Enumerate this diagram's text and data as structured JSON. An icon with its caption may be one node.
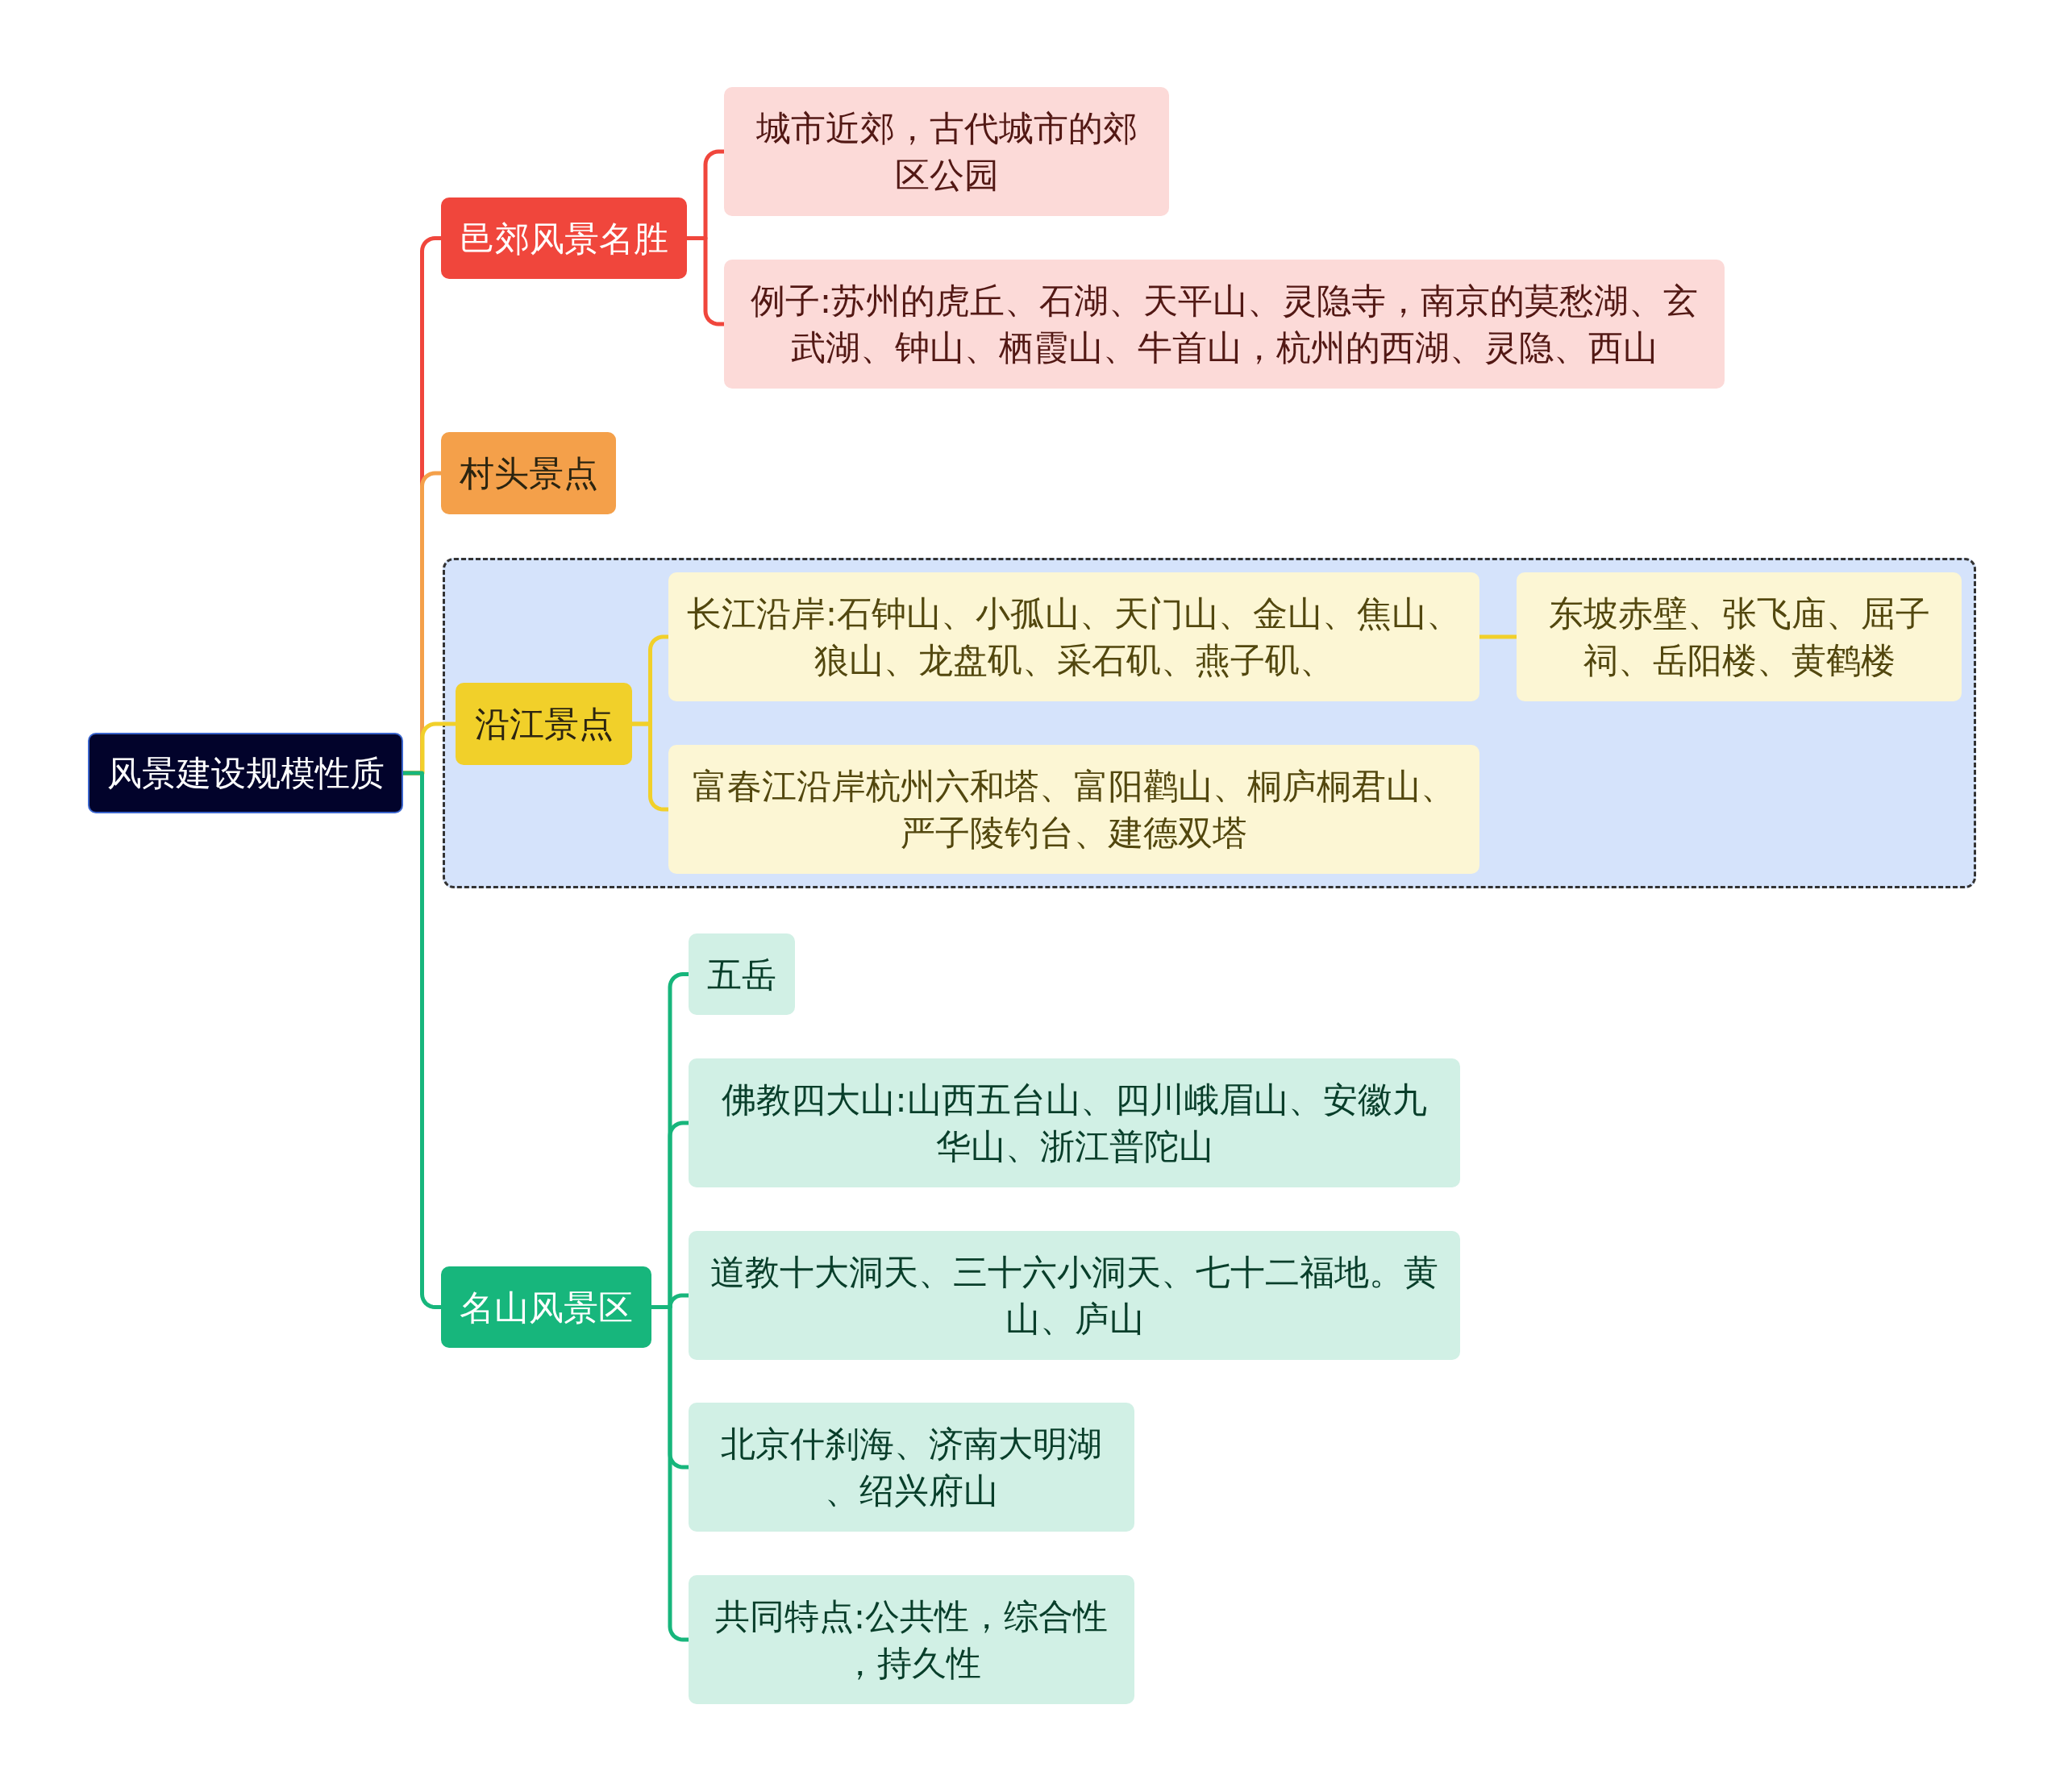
{
  "diagram": {
    "nodes": [
      {
        "text": [
          "风景建设规模性质"
        ]
      },
      {
        "text": [
          "邑郊风景名胜"
        ]
      },
      {
        "text": [
          "城市近郊，古代城市的郊区公园"
        ]
      },
      {
        "text": [
          "例子:苏州的虎丘、石湖、天平山、灵隐寺，南京的莫愁湖、玄武湖、钟山、栖霞山、牛首山，杭州的西湖、灵隐、西山"
        ]
      },
      {
        "text": [
          "村头景点"
        ]
      },
      {
        "text": [],
        "shape": "box"
      },
      {
        "text": [
          "沿江景点"
        ],
        "in": 5
      },
      {
        "text": [
          "长江沿岸:石钟山、小孤山、天门山、金山、焦山、狼山、龙盘矶、采石矶、燕子矶、"
        ],
        "in": 5
      },
      {
        "text": [
          "东坡赤壁、张飞庙、屈子祠、岳阳楼、黄鹤楼"
        ],
        "in": 5
      },
      {
        "text": [
          "富春江沿岸杭州六和塔、富阳鹳山、桐庐桐君山、严子陵钓台、建德双塔"
        ],
        "in": 5
      },
      {
        "text": [
          "名山风景区"
        ]
      },
      {
        "text": [
          "五岳"
        ]
      },
      {
        "text": [
          "佛教四大山:山西五台山、四川峨眉山、安徽九华山、浙江普陀山"
        ]
      },
      {
        "text": [
          "道教十大洞天、三十六小洞天、七十二福地。黄山、庐山"
        ]
      },
      {
        "text": [
          "北京什刹海、济南大明湖、绍兴府山"
        ]
      },
      {
        "text": [
          "共同特点:公共性，综合性，持久性"
        ]
      }
    ],
    "edges": [
      {
        "from": 0,
        "to": 1,
        "arrow": "none",
        "color": "#f0463c"
      },
      {
        "from": 1,
        "to": 2,
        "arrow": "none",
        "color": "#f0463c"
      },
      {
        "from": 1,
        "to": 3,
        "arrow": "none",
        "color": "#f0463c"
      },
      {
        "from": 0,
        "to": 4,
        "arrow": "none",
        "color": "#f4a04a"
      },
      {
        "from": 0,
        "to": 6,
        "arrow": "none",
        "color": "#f1d02a"
      },
      {
        "from": 6,
        "to": 7,
        "arrow": "none",
        "color": "#f1d02a"
      },
      {
        "from": 7,
        "to": 8,
        "arrow": "none",
        "color": "#f1d02a"
      },
      {
        "from": 6,
        "to": 9,
        "arrow": "none",
        "color": "#f1d02a"
      },
      {
        "from": 0,
        "to": 10,
        "arrow": "none",
        "color": "#17b67c"
      },
      {
        "from": 10,
        "to": 11,
        "arrow": "none",
        "color": "#17b67c"
      },
      {
        "from": 10,
        "to": 12,
        "arrow": "none",
        "color": "#17b67c"
      },
      {
        "from": 10,
        "to": 13,
        "arrow": "none",
        "color": "#17b67c"
      },
      {
        "from": 10,
        "to": 14,
        "arrow": "none",
        "color": "#17b67c"
      },
      {
        "from": 10,
        "to": 15,
        "arrow": "none",
        "color": "#17b67c"
      }
    ]
  }
}
